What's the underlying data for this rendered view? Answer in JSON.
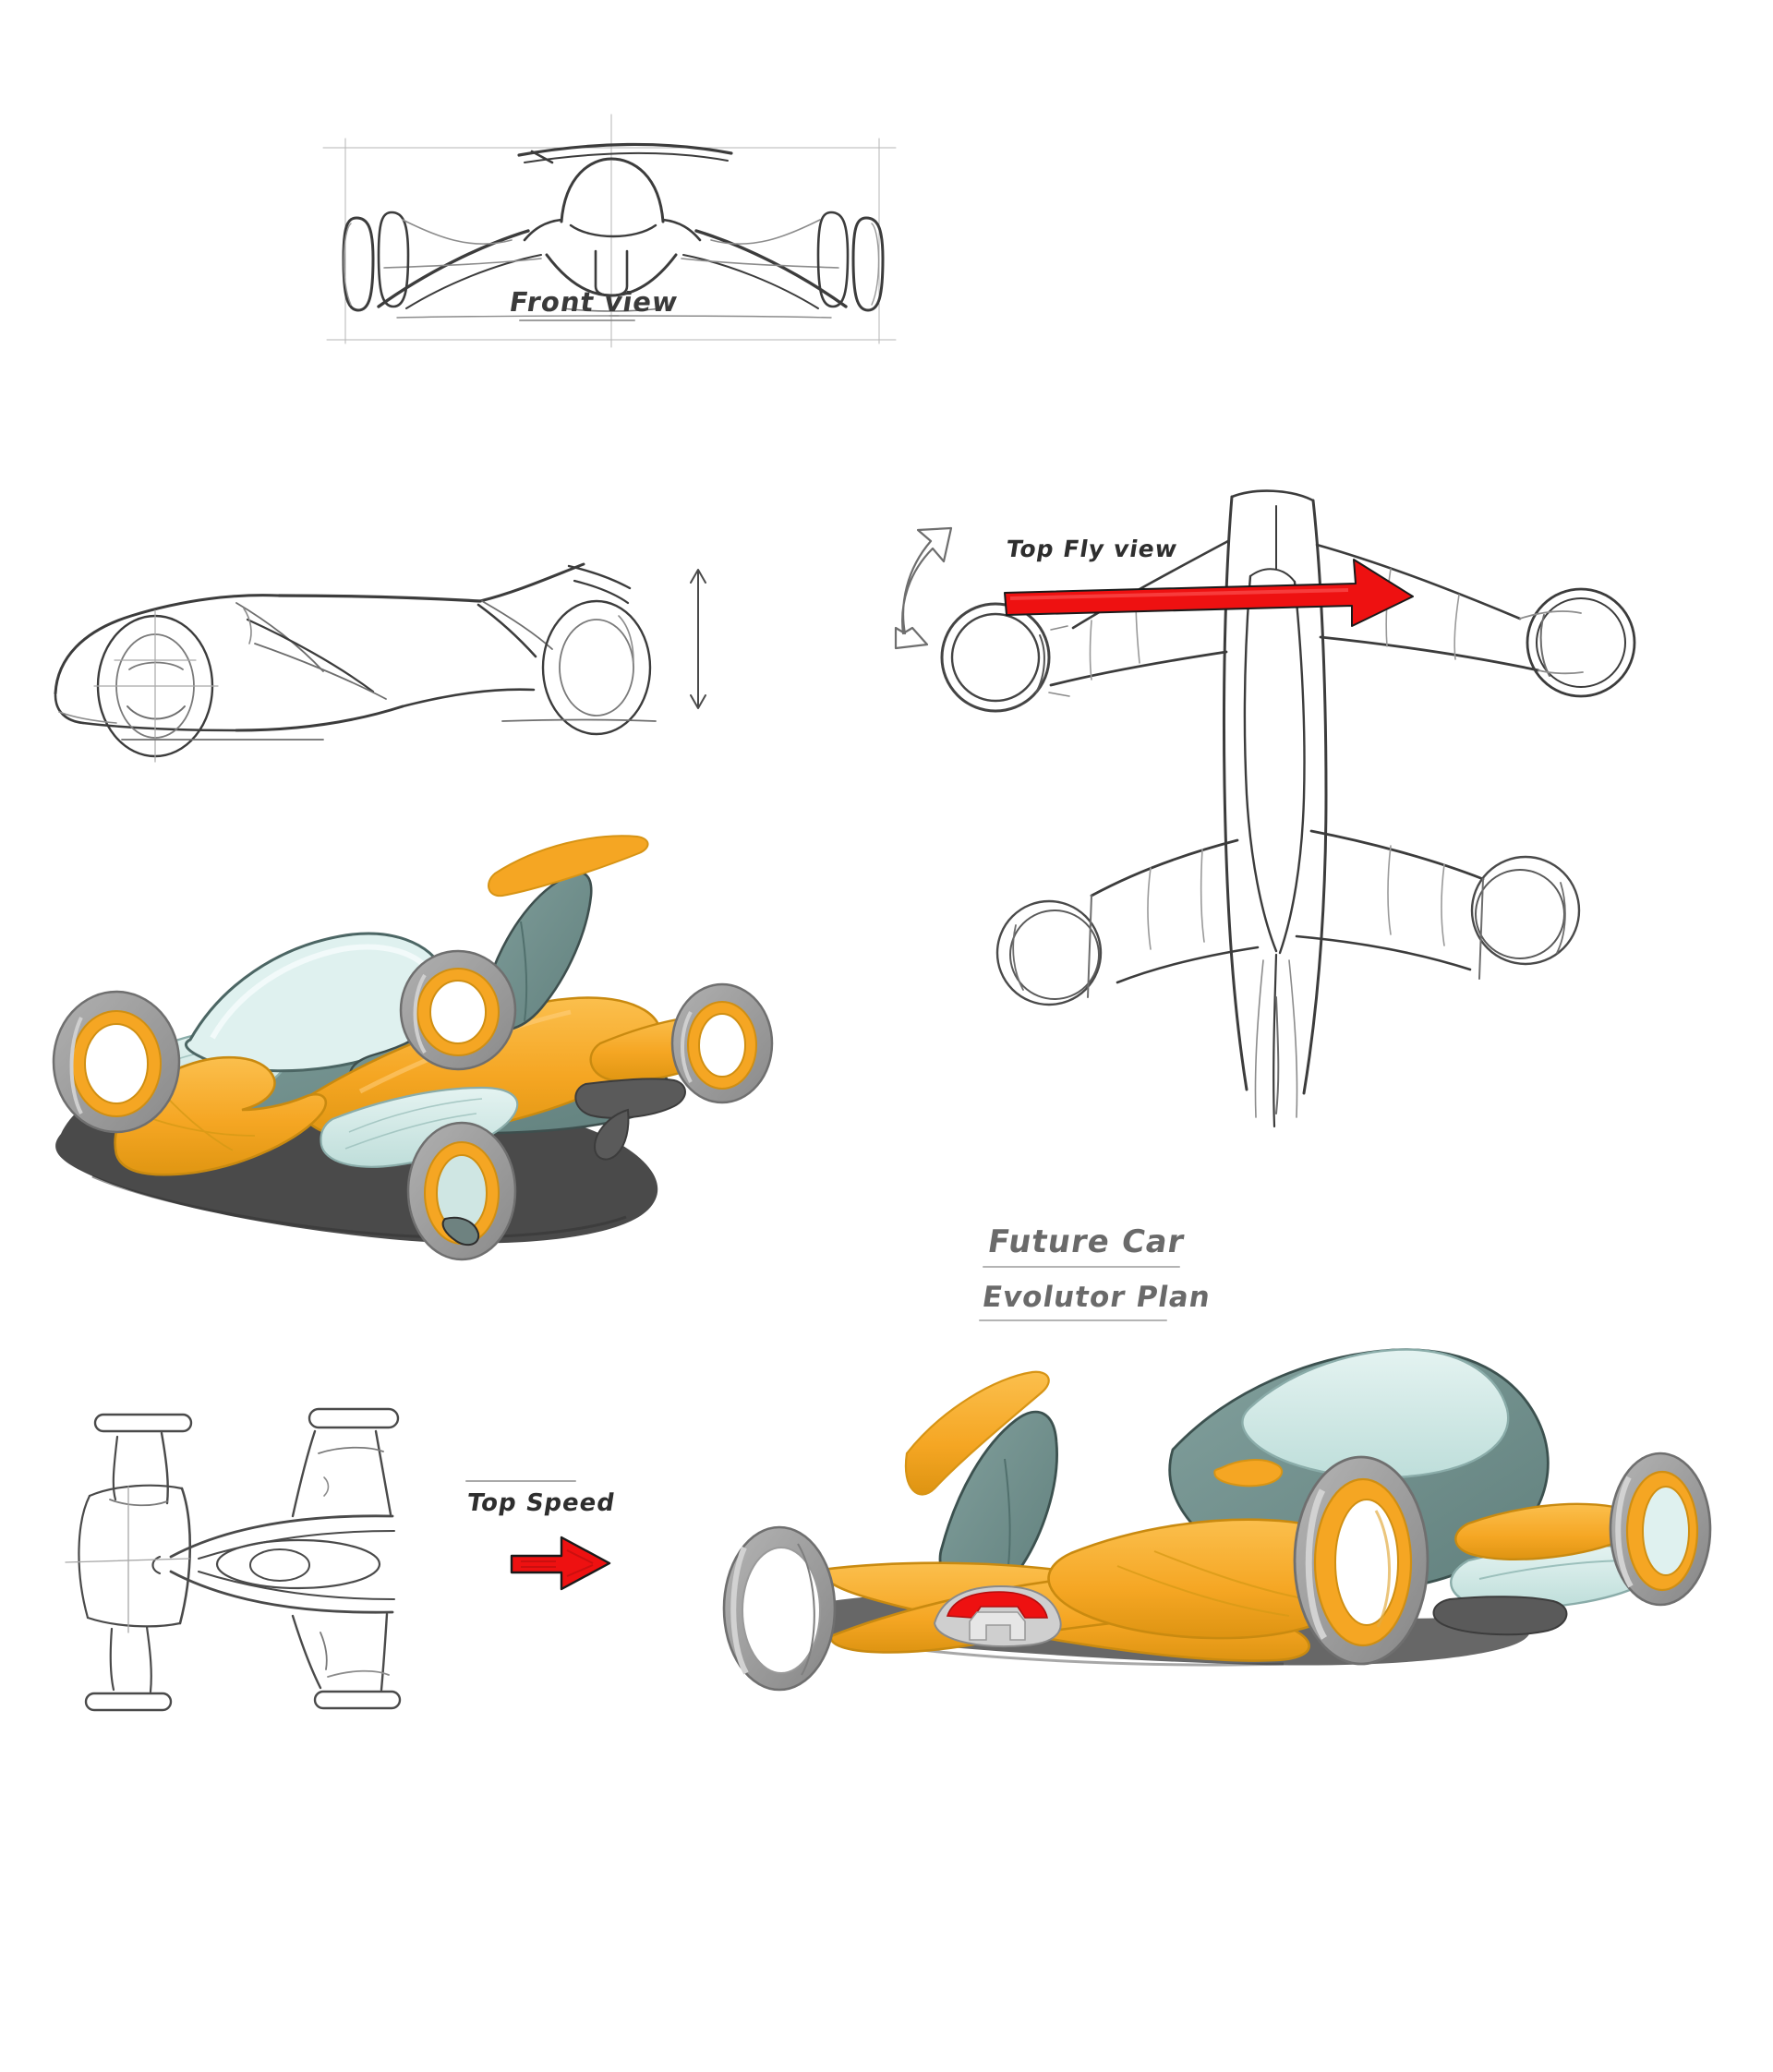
{
  "sheet": {
    "title_primary": "Future Car",
    "title_secondary": "Evolutor Plan",
    "background_color": "#ffffff"
  },
  "palette": {
    "amber": "#F5A623",
    "amber_dark": "#DD9114",
    "amber_light": "#FBBF4D",
    "slate_teal": "#72908D",
    "slate_teal_dark": "#5E7B78",
    "mint": "#CDE7E4",
    "mint_light": "#DFF0EE",
    "gray_tire": "#9B9B9B",
    "gray_tire_dark": "#7C7C7C",
    "silver": "#CFCFCF",
    "shadow": "#4A4A4A",
    "shadow_soft": "#6E6E6E",
    "red": "#EE1111",
    "red_dark": "#B40E0E",
    "pencil": "#3C3C3C",
    "pencil_light": "#9A9A9A",
    "ink": "#2E2E2E"
  },
  "panels": [
    {
      "id": "front-view",
      "kind": "pencil-sketch",
      "label": "Front view",
      "label_underlined": true,
      "description": "Rough pencil front elevation of the concept car with swept wings, central canopy and tall narrow outboard wheels"
    },
    {
      "id": "side-profile",
      "kind": "pencil-sketch",
      "label": "",
      "description": "Line side profile with front and rear wheels, low canopy and a vertical height dimension arrow at the rear"
    },
    {
      "id": "top-fly-view",
      "kind": "pencil-sketch",
      "label": "Top Fly view",
      "arrow": "red-arrow-right",
      "rotation_marker": "double-headed curved arrow beside tilted wheel ring",
      "description": "Plan / fly-mode line drawing showing four outboard wheel pods rotated flat and a long central spine"
    },
    {
      "id": "hero-render",
      "kind": "color-render",
      "label": "",
      "description": "Front three-quarter colour marker render of the hubless-wheel concept car"
    },
    {
      "id": "plan-sketch",
      "kind": "pencil-sketch",
      "label": "",
      "description": "Small top plan line sketch of the chassis with four wheel pods"
    },
    {
      "id": "top-speed",
      "kind": "annotation",
      "label": "Top Speed",
      "label_underlined": true,
      "arrow": "red-arrow-right"
    },
    {
      "id": "rear-render",
      "kind": "color-render",
      "label": "",
      "description": "Rear three-quarter colour render showing the X-shaped rear diffuser, red tail light and hubless wheels"
    }
  ],
  "annotations": {
    "front_view_label": "Front view",
    "top_fly_view_label": "Top Fly view",
    "top_speed_label": "Top Speed"
  }
}
